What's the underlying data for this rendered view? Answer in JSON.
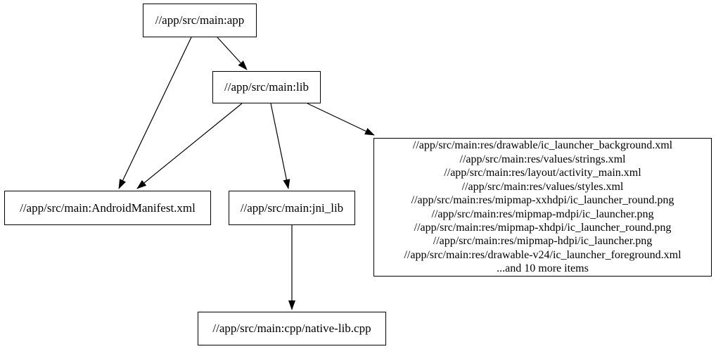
{
  "diagram": {
    "kind": "dependency-graph",
    "background_color": "#ffffff",
    "node_border_color": "#000000",
    "edge_color": "#000000",
    "text_color": "#000000",
    "nodes": {
      "app": {
        "label": "//app/src/main:app"
      },
      "lib": {
        "label": "//app/src/main:lib"
      },
      "manifest": {
        "label": "//app/src/main:AndroidManifest.xml"
      },
      "jni_lib": {
        "label": "//app/src/main:jni_lib"
      },
      "res_group": {
        "lines": [
          "//app/src/main:res/drawable/ic_launcher_background.xml",
          "//app/src/main:res/values/strings.xml",
          "//app/src/main:res/layout/activity_main.xml",
          "//app/src/main:res/values/styles.xml",
          "//app/src/main:res/mipmap-xxhdpi/ic_launcher_round.png",
          "//app/src/main:res/mipmap-mdpi/ic_launcher.png",
          "//app/src/main:res/mipmap-xhdpi/ic_launcher_round.png",
          "//app/src/main:res/mipmap-hdpi/ic_launcher.png",
          "//app/src/main:res/drawable-v24/ic_launcher_foreground.xml",
          "...and 10 more items"
        ]
      },
      "native_lib": {
        "label": "//app/src/main:cpp/native-lib.cpp"
      }
    },
    "edges": [
      {
        "from": "app",
        "to": "lib"
      },
      {
        "from": "app",
        "to": "manifest"
      },
      {
        "from": "lib",
        "to": "manifest"
      },
      {
        "from": "lib",
        "to": "jni_lib"
      },
      {
        "from": "lib",
        "to": "res_group"
      },
      {
        "from": "jni_lib",
        "to": "native_lib"
      }
    ]
  }
}
